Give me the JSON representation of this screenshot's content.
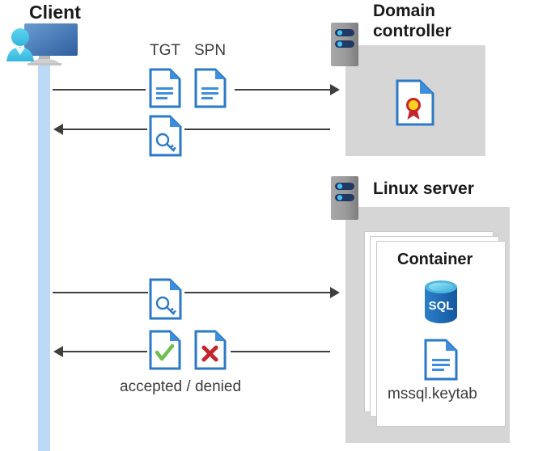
{
  "diagram": {
    "title_client": "Client",
    "title_domain_controller": "Domain\ncontroller",
    "title_domain_controller_line1": "Domain",
    "title_domain_controller_line2": "controller",
    "title_linux_server": "Linux server",
    "title_container": "Container",
    "label_keytab": "mssql.keytab",
    "label_tgt": "TGT",
    "label_spn": "SPN",
    "label_accepted_denied": "accepted / denied",
    "sql_icon_text": "SQL"
  },
  "icons": {
    "client": "user-monitor-icon",
    "server": "server-rack-icon",
    "certificate": "certificate-document-icon",
    "ticket": "document-icon",
    "key": "key-document-icon",
    "accepted": "check-document-icon",
    "denied": "cross-document-icon",
    "sql": "sql-database-icon",
    "keytab": "document-icon"
  },
  "flows": [
    {
      "id": "request-tgt-spn",
      "direction": "right",
      "from": "client",
      "to": "domain-controller",
      "payload": [
        "TGT",
        "SPN"
      ]
    },
    {
      "id": "issue-ticket",
      "direction": "left",
      "from": "domain-controller",
      "to": "client",
      "payload": [
        "key"
      ]
    },
    {
      "id": "present-ticket",
      "direction": "right",
      "from": "client",
      "to": "linux-server",
      "payload": [
        "key"
      ]
    },
    {
      "id": "auth-result",
      "direction": "left",
      "from": "linux-server",
      "to": "client",
      "payload": [
        "accepted",
        "denied"
      ],
      "caption": "accepted / denied"
    }
  ],
  "colors": {
    "doc_blue": "#2b79c7",
    "doc_fold_blue": "#3e8ede",
    "lifeline_blue": "#bcd9f5",
    "panel_gray": "#d6d6d6",
    "server_gray": "#8e8e8e",
    "server_bar_navy": "#1f3864",
    "server_dot_blue": "#45c2f0",
    "monitor_blue": "#4a7ebb",
    "person_cyan": "#44c8e8",
    "check_green": "#6fbf4b",
    "cross_red": "#c5262c",
    "cert_red": "#c5262c",
    "cert_gold": "#ffd21f",
    "sql_blue": "#1e6fb8",
    "line_dark": "#3f3f3f"
  }
}
